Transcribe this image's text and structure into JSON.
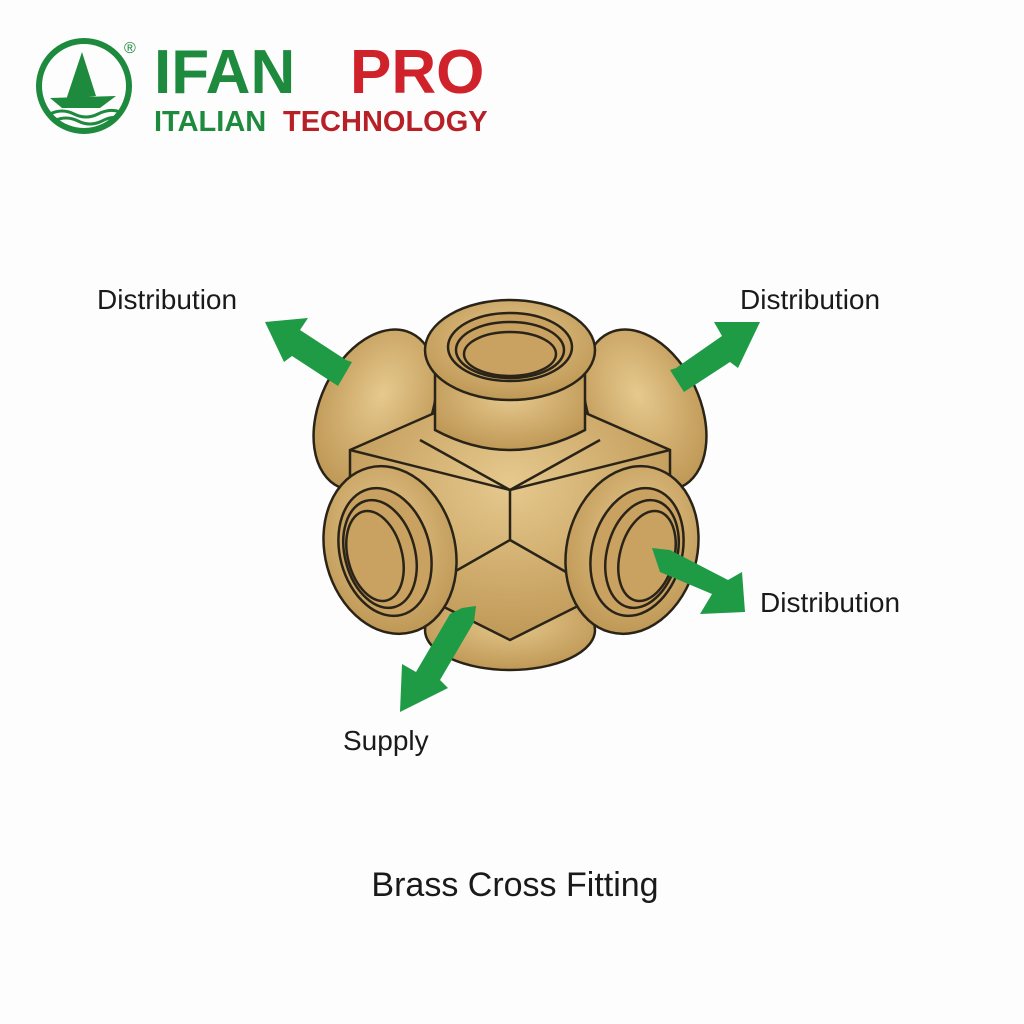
{
  "logo": {
    "brand_part1": "IFAN",
    "brand_part2": "PRO",
    "registered": "®",
    "tagline_part1": "ITALIAN",
    "tagline_part2": "TECHNOLOGY",
    "colors": {
      "green": "#1d8a3e",
      "red": "#d0222a"
    }
  },
  "labels": {
    "top_left": "Distribution",
    "top_right": "Distribution",
    "right": "Distribution",
    "bottom": "Supply"
  },
  "caption": "Brass Cross Fitting",
  "colors": {
    "arrow": "#1f9a45",
    "brass": "#d2ad6b",
    "outline": "#2a2418"
  }
}
